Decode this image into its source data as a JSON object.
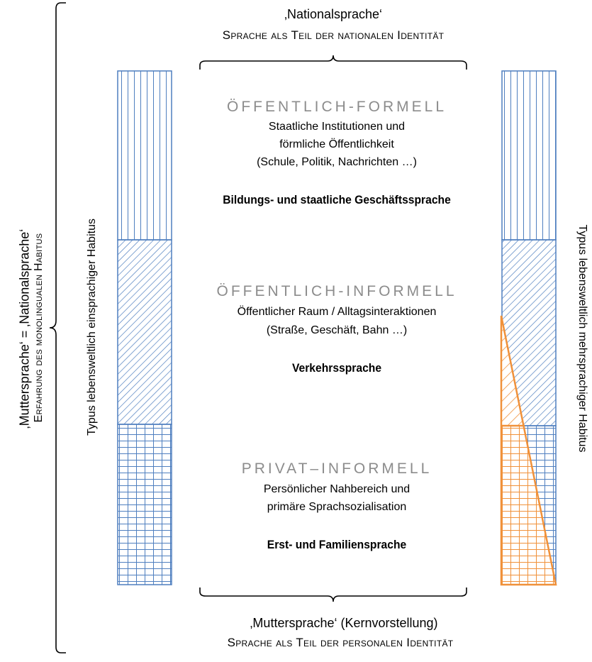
{
  "top": {
    "title": "‚Nationalsprache‘",
    "subtitle": "Sprache als Teil der nationalen Identität"
  },
  "sections": [
    {
      "id": "oeffentlich-formell",
      "heading": "ÖFFENTLICH-FORMELL",
      "line1": "Staatliche Institutionen und",
      "line2": "förmliche Öffentlichkeit",
      "line3": "(Schule, Politik, Nachrichten …)",
      "bold": "Bildungs- und staatliche Geschäftssprache"
    },
    {
      "id": "oeffentlich-informell",
      "heading": "ÖFFENTLICH-INFORMELL",
      "line1": "Öffentlicher Raum / Alltagsinteraktionen",
      "line2": "(Straße, Geschäft, Bahn …)",
      "bold": "Verkehrssprache"
    },
    {
      "id": "privat-informell",
      "heading": "PRIVAT–INFORMELL",
      "line1": "Persönlicher Nahbereich und",
      "line2": "primäre Sprachsozialisation",
      "bold": "Erst- und Familiensprache"
    }
  ],
  "bottom": {
    "title": "‚Muttersprache‘ (Kernvorstellung)",
    "subtitle": "Sprache als Teil der personalen Identität"
  },
  "left_side": {
    "line1": "‚Muttersprache‘ = ‚Nationalsprache‘",
    "line2": "Erfahrung des monolingualen Habitus"
  },
  "left_bar_label": "Typus lebensweltlich einsprachiger Habitus",
  "right_bar_label": "Typus lebensweltlich mehrsprachiger Habitus",
  "colors": {
    "bar_blue": "#4f7fbf",
    "overlay_orange": "#f0913a",
    "bracket": "#000000",
    "heading_gray": "#8c8c8c"
  }
}
